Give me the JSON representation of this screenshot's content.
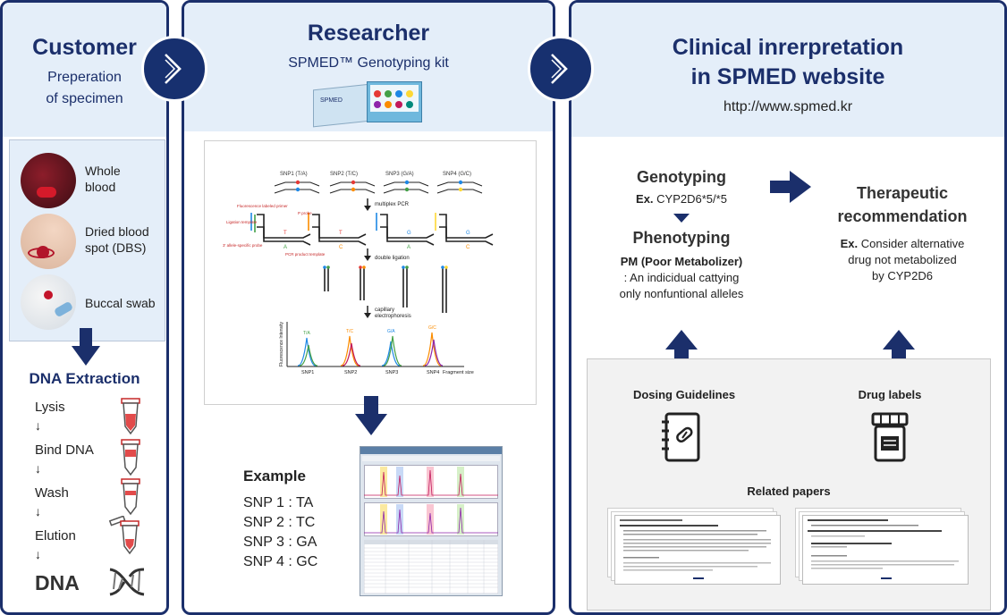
{
  "customer": {
    "title": "Customer",
    "subtitle_line1": "Preperation",
    "subtitle_line2": "of specimen",
    "specimens": [
      {
        "line1": "Whole",
        "line2": "blood"
      },
      {
        "line1": "Dried blood",
        "line2": "spot (DBS)"
      },
      {
        "line1": "Buccal swab",
        "line2": ""
      }
    ],
    "dna_extraction_title": "DNA Extraction",
    "steps": [
      "Lysis",
      "Bind DNA",
      "Wash",
      "Elution"
    ],
    "step_arrow": "↓",
    "result": "DNA"
  },
  "researcher": {
    "title": "Researcher",
    "kit_name": "SPMED™ Genotyping kit",
    "kit_box_text": "SPMED",
    "diagram": {
      "snp_labels": [
        "SNP1 (T/A)",
        "SNP2 (T/C)",
        "SNP3 (G/A)",
        "SNP4 (G/C)"
      ],
      "step1": "multiplex PCR",
      "step2": "double ligation",
      "step3_line1": "capillary",
      "step3_line2": "electrophoresis",
      "annot": [
        "Fluorescence labeled primer",
        "Ligation template",
        "P probe",
        "3' allele-specific probe",
        "PCR product template"
      ],
      "y_axis": "Fluorescence Intensity",
      "x_ticks": [
        "SNP1",
        "SNP2",
        "SNP3",
        "SNP4"
      ],
      "x_axis": "Fragment size",
      "peak_labels": [
        "T/A",
        "T/C",
        "G/A",
        "G/C"
      ]
    },
    "example_title": "Example",
    "examples": [
      "SNP 1 : TA",
      "SNP 2 : TC",
      "SNP 3 : GA",
      "SNP 4 : GC"
    ]
  },
  "clinical": {
    "title_line1": "Clinical inrerpretation",
    "title_line2": "in SPMED website",
    "url": "http://www.spmed.kr",
    "genotyping_title": "Genotyping",
    "genotyping_ex_prefix": "Ex.",
    "genotyping_ex": "CYP2D6*5/*5",
    "phenotyping_title": "Phenotyping",
    "phenotyping_line1": "PM (Poor Metabolizer)",
    "phenotyping_line2": ": An indicidual cattying",
    "phenotyping_line3": "only nonfuntional alleles",
    "therapeutic_line1": "Therapeutic",
    "therapeutic_line2": "recommendation",
    "therapeutic_ex_prefix": "Ex.",
    "therapeutic_line3": "Consider alternative",
    "therapeutic_line4": "drug not metabolized",
    "therapeutic_line5": "by CYP2D6",
    "dosing_guidelines": "Dosing Guidelines",
    "drug_labels": "Drug labels",
    "related_papers": "Related papers"
  },
  "colors": {
    "navy": "#1b2f6b",
    "header_bg": "#e4eef9",
    "specimen_bg": "#e4eef9",
    "papers_bg": "#f2f2f2",
    "red": "#c62828"
  }
}
